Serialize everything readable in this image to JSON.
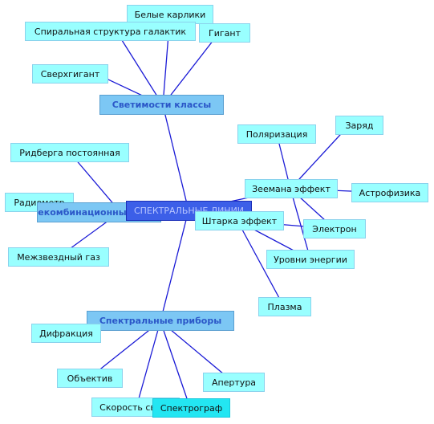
{
  "center": {
    "label": "СПЕКТРАЛЬНЫЕ ЛИНИИ"
  },
  "main_topics": {
    "luminosity": "Светимости классы",
    "recombination": "Рекомбинационные линии",
    "instruments": "Спектральные приборы"
  },
  "topics": {
    "white_dwarfs": "Белые карлики",
    "spiral": "Спиральная структура галактик",
    "giant": "Гигант",
    "supergiant": "Сверхгигант",
    "polarization": "Поляризация",
    "charge": "Заряд",
    "rydberg": "Ридберга постоянная",
    "zeeman": "Зеемана эффект",
    "astrophysics": "Астрофизика",
    "radiometer": "Радиометр",
    "stark": "Штарка эффект",
    "electron": "Электрон",
    "interstellar_gas": "Межзвездный газ",
    "energy_levels": "Уровни энергии",
    "plasma": "Плазма",
    "diffraction": "Дифракция",
    "objective": "Объектив",
    "aperture": "Апертура",
    "light_speed": "Скорость света",
    "spectrograph": "Спектрограф"
  },
  "colors": {
    "link": "#1a1ad6",
    "topic_fill": "#99ffff",
    "main_fill": "#7cc7f4",
    "center_fill": "#3c5fe8",
    "accent_fill": "#23e6f2"
  }
}
